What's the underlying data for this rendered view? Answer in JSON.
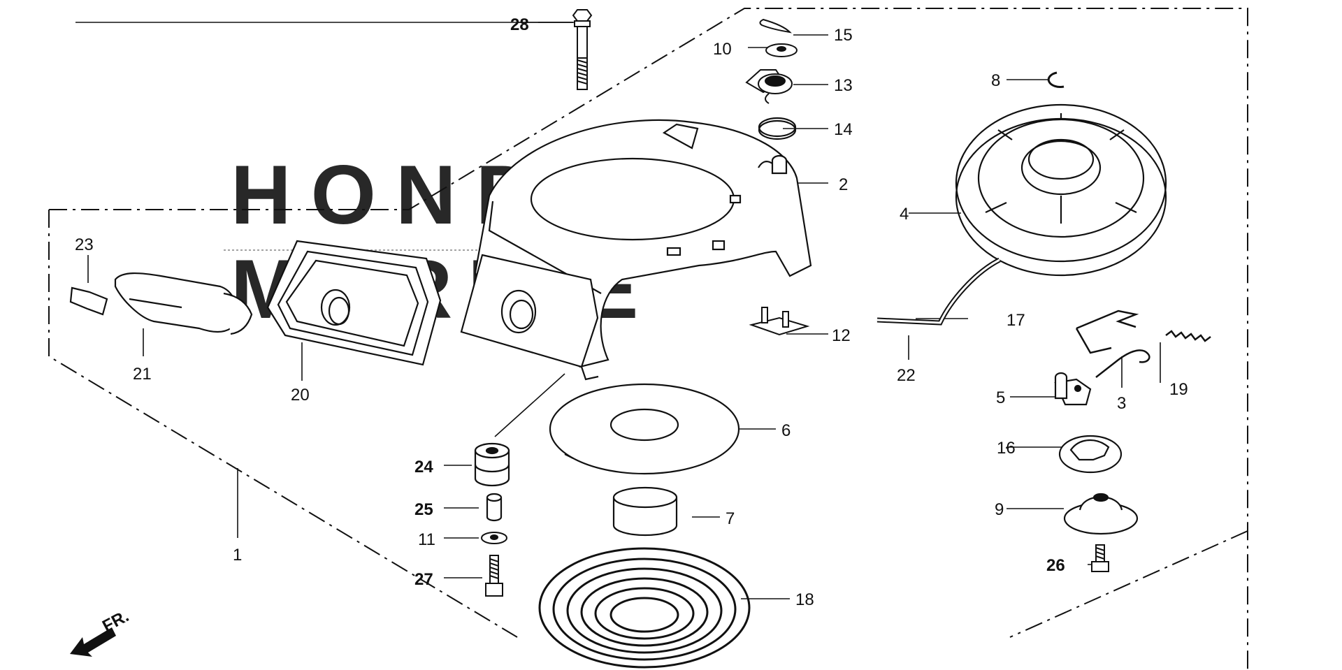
{
  "diagram": {
    "watermark": {
      "line1": "HONDA",
      "line2": "MARINE"
    },
    "front_indicator": "FR.",
    "callouts": [
      {
        "id": "c1",
        "label": "1",
        "bold": false
      },
      {
        "id": "c2",
        "label": "2",
        "bold": false
      },
      {
        "id": "c3",
        "label": "3",
        "bold": false
      },
      {
        "id": "c4",
        "label": "4",
        "bold": false
      },
      {
        "id": "c5",
        "label": "5",
        "bold": false
      },
      {
        "id": "c6",
        "label": "6",
        "bold": false
      },
      {
        "id": "c7",
        "label": "7",
        "bold": false
      },
      {
        "id": "c8",
        "label": "8",
        "bold": false
      },
      {
        "id": "c9",
        "label": "9",
        "bold": false
      },
      {
        "id": "c10",
        "label": "10",
        "bold": false
      },
      {
        "id": "c11",
        "label": "11",
        "bold": false
      },
      {
        "id": "c12",
        "label": "12",
        "bold": false
      },
      {
        "id": "c13",
        "label": "13",
        "bold": false
      },
      {
        "id": "c14",
        "label": "14",
        "bold": false
      },
      {
        "id": "c15",
        "label": "15",
        "bold": false
      },
      {
        "id": "c16",
        "label": "16",
        "bold": false
      },
      {
        "id": "c17",
        "label": "17",
        "bold": false
      },
      {
        "id": "c18",
        "label": "18",
        "bold": false
      },
      {
        "id": "c19",
        "label": "19",
        "bold": false
      },
      {
        "id": "c20",
        "label": "20",
        "bold": false
      },
      {
        "id": "c21",
        "label": "21",
        "bold": false
      },
      {
        "id": "c22",
        "label": "22",
        "bold": false
      },
      {
        "id": "c23",
        "label": "23",
        "bold": false
      },
      {
        "id": "c24",
        "label": "24",
        "bold": true
      },
      {
        "id": "c25",
        "label": "25",
        "bold": true
      },
      {
        "id": "c26",
        "label": "26",
        "bold": true
      },
      {
        "id": "c27",
        "label": "27",
        "bold": true
      },
      {
        "id": "c28",
        "label": "28",
        "bold": true
      }
    ]
  }
}
